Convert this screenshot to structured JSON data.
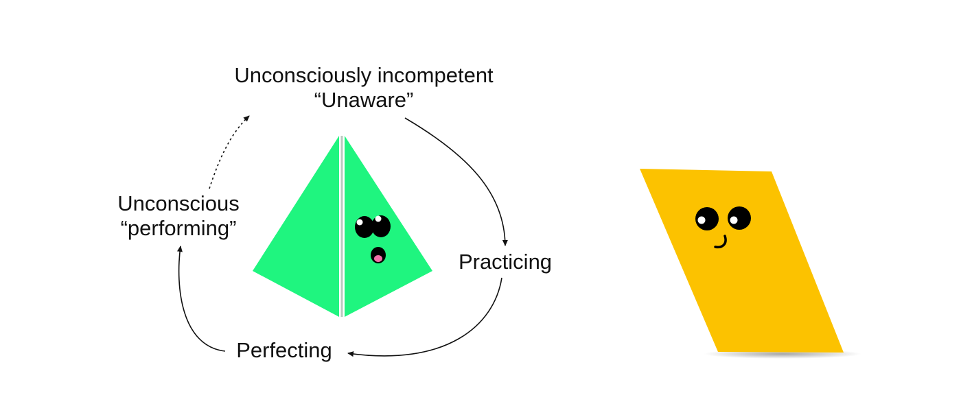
{
  "colors": {
    "background": "#ffffff",
    "text": "#111111",
    "arrow": "#111111",
    "pyramid_green": "#1ff57f",
    "pyramid_green_dark": "#17e36f",
    "parallelogram_yellow": "#fcc200",
    "mouth_pink": "#f36fa8"
  },
  "labels": {
    "unconsciously_incompetent": "Unconsciously incompetent",
    "unaware": "“Unaware”",
    "practicing": "Practicing",
    "perfecting": "Perfecting",
    "unconscious": "Unconscious",
    "performing": "“performing”"
  },
  "arrows": [
    {
      "from": "unaware",
      "to": "practicing",
      "style": "solid"
    },
    {
      "from": "practicing",
      "to": "perfecting",
      "style": "solid"
    },
    {
      "from": "perfecting",
      "to": "performing",
      "style": "solid"
    },
    {
      "from": "unconscious",
      "to": "unconsciously_incompetent",
      "style": "dotted"
    }
  ],
  "characters": [
    {
      "shape": "pyramid",
      "icon": "surprised-face-icon"
    },
    {
      "shape": "parallelogram",
      "icon": "smiling-face-icon"
    }
  ]
}
